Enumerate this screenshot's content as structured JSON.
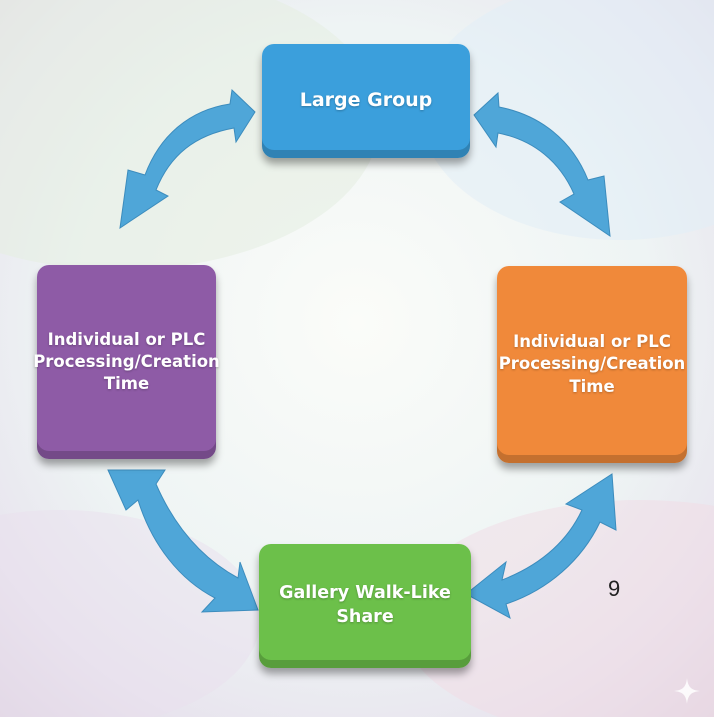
{
  "nodes": {
    "top": {
      "label": "Large Group",
      "color": "#3b9fdc"
    },
    "left": {
      "line1": "Individual or PLC",
      "line2": "Processing/Creation",
      "line3": "Time",
      "color": "#8e5ba6"
    },
    "right": {
      "line1": "Individual or PLC",
      "line2": "Processing/Creation",
      "line3": "Time",
      "color": "#f0893a"
    },
    "bottom": {
      "line1": "Gallery Walk-Like",
      "line2": "Share",
      "color": "#6cc04a"
    }
  },
  "arrow_color": "#4fa6d8",
  "page_number": "9",
  "watermark_icon": "sparkle-icon"
}
